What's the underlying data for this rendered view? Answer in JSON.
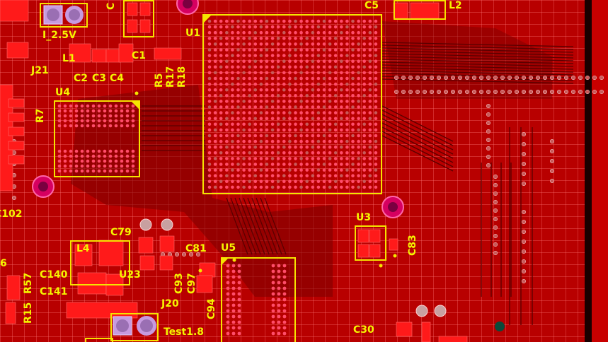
{
  "colors": {
    "board": "#b80000",
    "copper": "#e00000",
    "silkscreen": "#f5e400",
    "via": "#c85a5a",
    "pad": "#ff1a1a",
    "mounting_hole": "#d60060",
    "dark_trace": "#7a0000"
  },
  "labels": {
    "I_2_5V": "I_2.5V",
    "J21": "J21",
    "L1": "L1",
    "C1": "C1",
    "C2": "C2",
    "C3": "C3",
    "C4": "C4",
    "U1": "U1",
    "C5": "C5",
    "L2": "L2",
    "R5": "R5",
    "R17": "R17",
    "R18": "R18",
    "U4": "U4",
    "R7": "R7",
    "C102": "C102",
    "C79": "C79",
    "L4": "L4",
    "C81": "C81",
    "U5": "U5",
    "U3": "U3",
    "C83": "C83",
    "C140": "C140",
    "C141": "C141",
    "U23": "U23",
    "R15": "R15",
    "R57": "R57",
    "C93": "C93",
    "C97": "C97",
    "J20": "J20",
    "C94": "C94",
    "Test1_8": "Test1.8",
    "C30": "C30",
    "C6": "6",
    "Cc": "C"
  }
}
